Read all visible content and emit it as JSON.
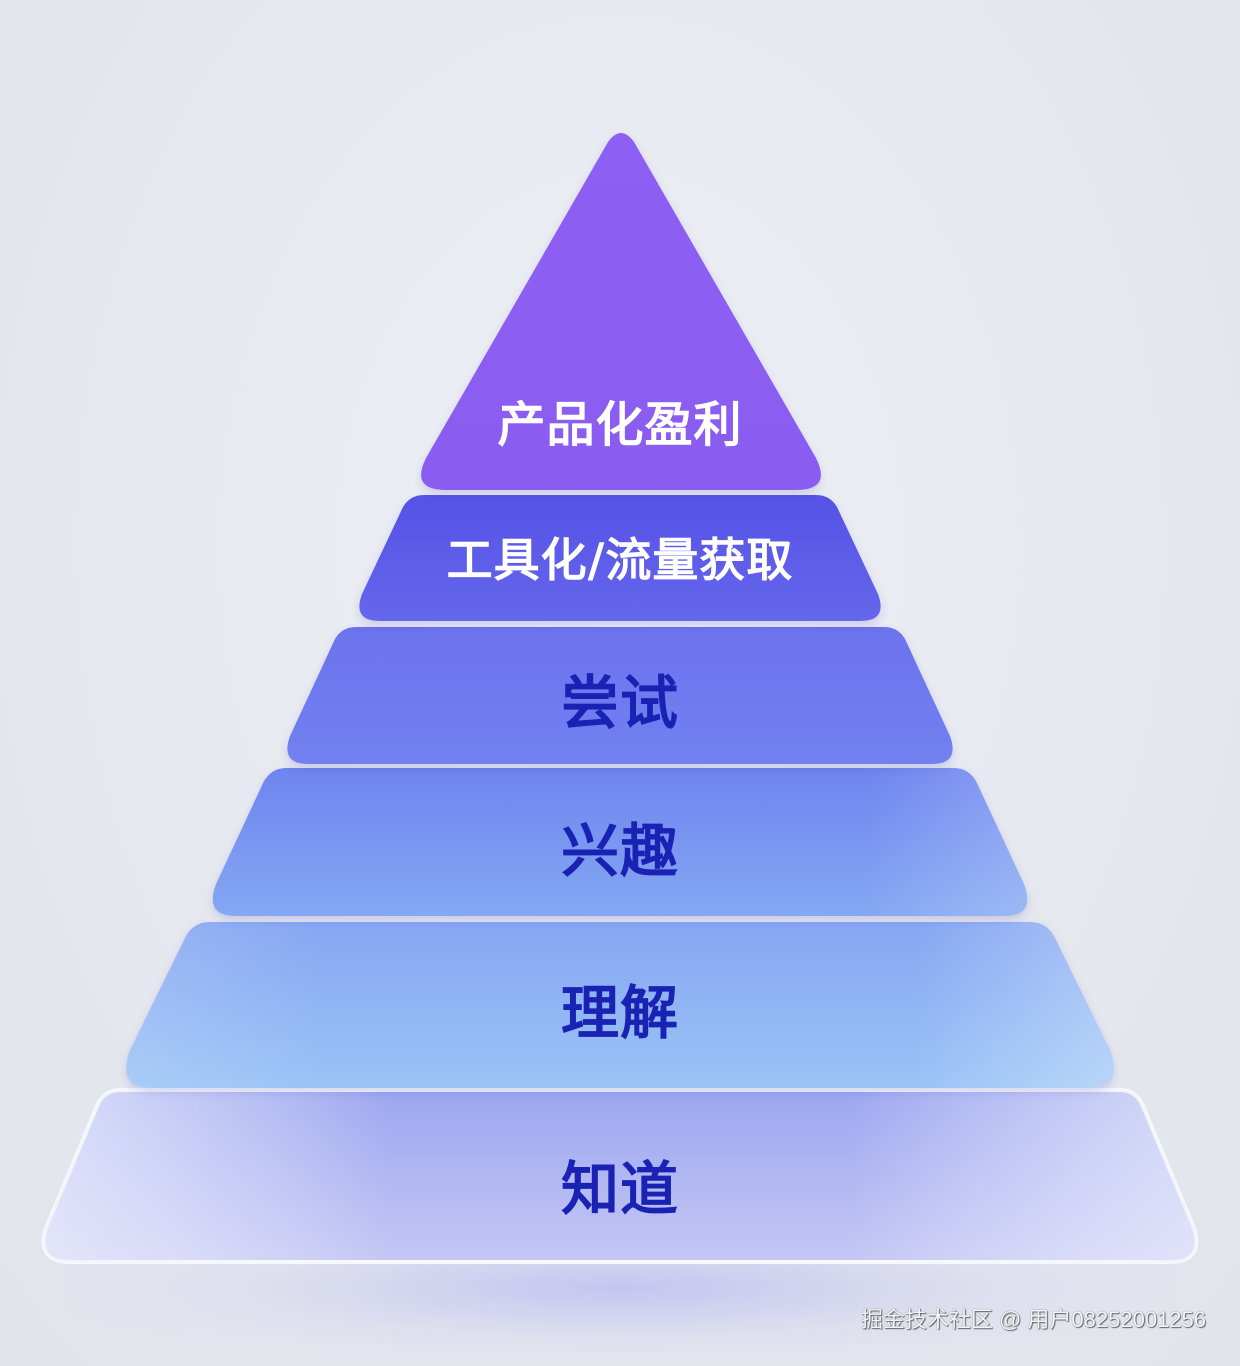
{
  "diagram": {
    "type": "pyramid",
    "levels": [
      {
        "label": "产品化盈利",
        "color": "#8a5cf2",
        "text_color": "#ffffff"
      },
      {
        "label": "工具化/流量获取",
        "color": "#5e5fe8",
        "text_color": "#ffffff"
      },
      {
        "label": "尝试",
        "color": "#6f78ee",
        "text_color": "#1a22b4"
      },
      {
        "label": "兴趣",
        "color": "#7c98f0",
        "text_color": "#1a22b4"
      },
      {
        "label": "理解",
        "color": "#92baf4",
        "text_color": "#1a22b4"
      },
      {
        "label": "知道",
        "color": "#b4baf2",
        "text_color": "#1a22b4"
      }
    ]
  },
  "watermark": "掘金技术社区 @ 用户08252001256"
}
